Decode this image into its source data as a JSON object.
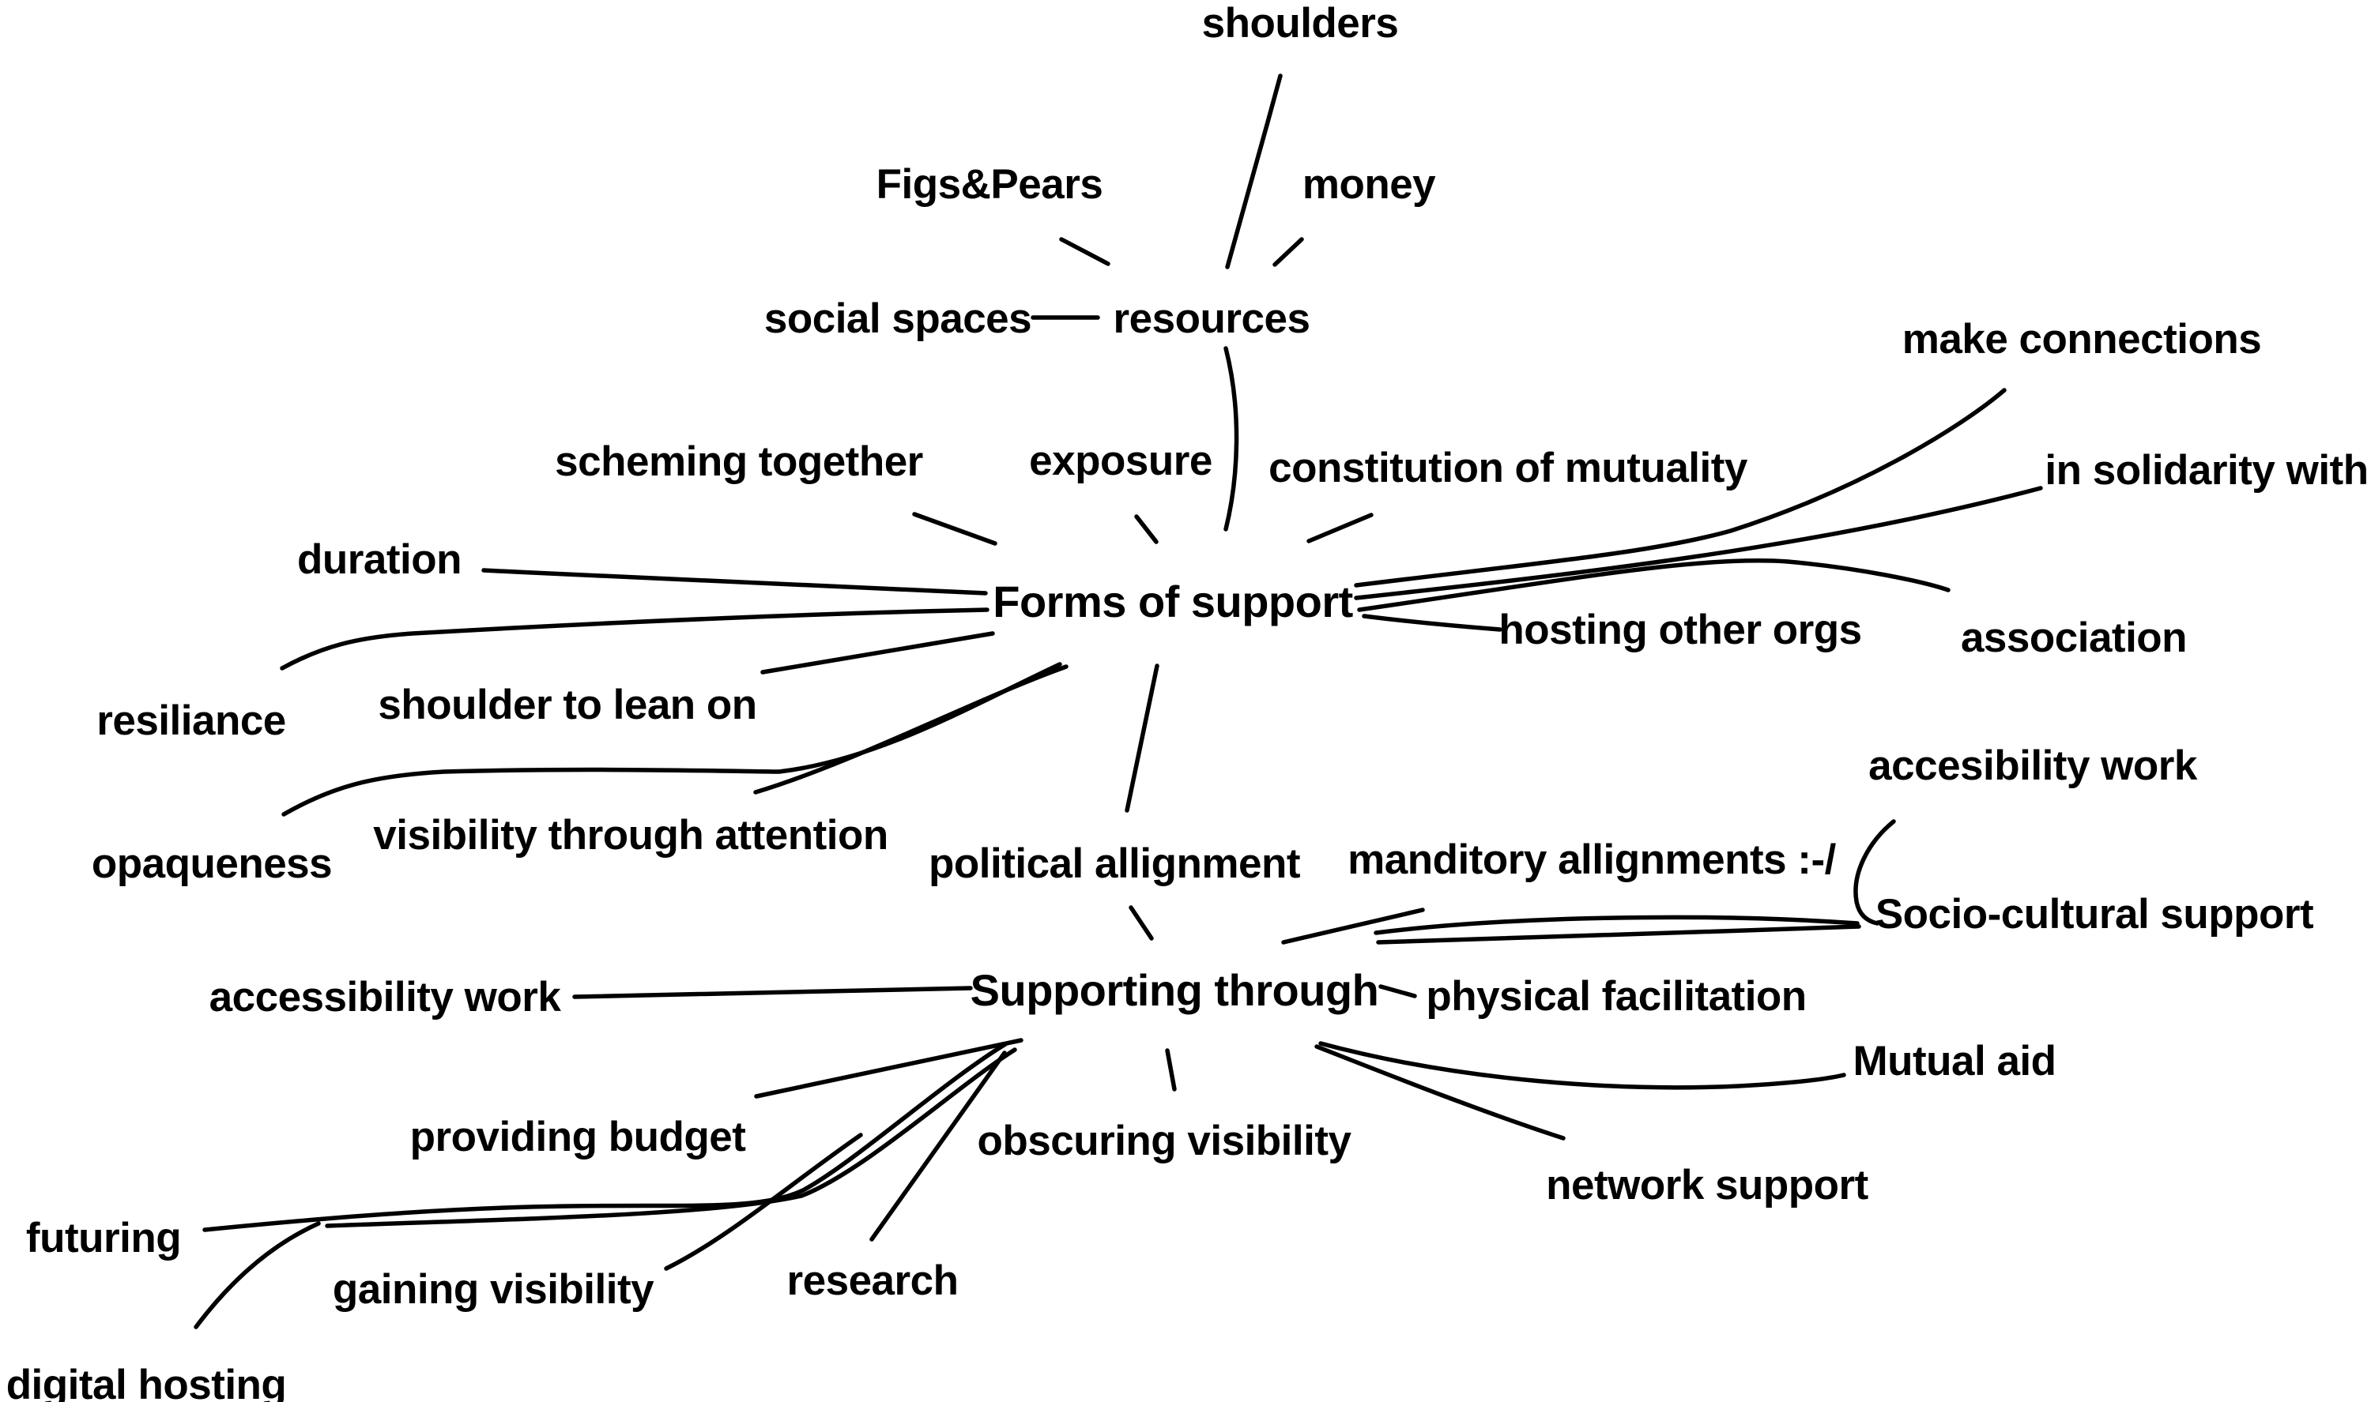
{
  "diagram": {
    "type": "mind-map",
    "background_color": "#ffffff",
    "ink_color": "#000000"
  },
  "nodes": {
    "shoulders": {
      "label": "shoulders"
    },
    "figs_pears": {
      "label": "Figs&Pears"
    },
    "money": {
      "label": "money"
    },
    "social_spaces": {
      "label": "social spaces"
    },
    "resources": {
      "label": "resources"
    },
    "scheming_together": {
      "label": "scheming together"
    },
    "exposure": {
      "label": "exposure"
    },
    "constitution_of_mutuality": {
      "label": "constitution of mutuality"
    },
    "make_connections": {
      "label": "make connections"
    },
    "in_solidarity_with": {
      "label": "in solidarity with"
    },
    "duration": {
      "label": "duration"
    },
    "forms_of_support": {
      "label": "Forms of support"
    },
    "hosting_other_orgs": {
      "label": "hosting other orgs"
    },
    "association": {
      "label": "association"
    },
    "resiliance": {
      "label": "resiliance"
    },
    "shoulder_to_lean_on": {
      "label": "shoulder to lean on"
    },
    "opaqueness": {
      "label": "opaqueness"
    },
    "visibility_through_attention": {
      "label": "visibility through attention"
    },
    "political_allignment": {
      "label": "political allignment"
    },
    "manditory_allignments": {
      "label": "manditory allignments :-/"
    },
    "accesibility_work_right": {
      "label": "accesibility work"
    },
    "socio_cultural_support": {
      "label": "Socio-cultural support"
    },
    "accessibility_work_left": {
      "label": "accessibility work"
    },
    "supporting_through": {
      "label": "Supporting through"
    },
    "physical_facilitation": {
      "label": "physical facilitation"
    },
    "mutual_aid": {
      "label": "Mutual aid"
    },
    "providing_budget": {
      "label": "providing budget"
    },
    "obscuring_visibility": {
      "label": "obscuring visibility"
    },
    "network_support": {
      "label": "network support"
    },
    "futuring": {
      "label": "futuring"
    },
    "gaining_visibility": {
      "label": "gaining visibility"
    },
    "research": {
      "label": "research"
    },
    "digital_hosting": {
      "label": "digital hosting"
    }
  },
  "edges": [
    {
      "from": "resources",
      "to": "shoulders"
    },
    {
      "from": "resources",
      "to": "figs_pears"
    },
    {
      "from": "resources",
      "to": "money"
    },
    {
      "from": "resources",
      "to": "social_spaces"
    },
    {
      "from": "resources",
      "to": "forms_of_support"
    },
    {
      "from": "forms_of_support",
      "to": "scheming_together"
    },
    {
      "from": "forms_of_support",
      "to": "exposure"
    },
    {
      "from": "forms_of_support",
      "to": "constitution_of_mutuality"
    },
    {
      "from": "forms_of_support",
      "to": "duration"
    },
    {
      "from": "forms_of_support",
      "to": "resiliance"
    },
    {
      "from": "forms_of_support",
      "to": "shoulder_to_lean_on"
    },
    {
      "from": "forms_of_support",
      "to": "opaqueness"
    },
    {
      "from": "forms_of_support",
      "to": "visibility_through_attention"
    },
    {
      "from": "forms_of_support",
      "to": "make_connections"
    },
    {
      "from": "forms_of_support",
      "to": "in_solidarity_with"
    },
    {
      "from": "forms_of_support",
      "to": "association"
    },
    {
      "from": "forms_of_support",
      "to": "hosting_other_orgs"
    },
    {
      "from": "forms_of_support",
      "to": "political_allignment"
    },
    {
      "from": "political_allignment",
      "to": "supporting_through"
    },
    {
      "from": "supporting_through",
      "to": "accessibility_work_left"
    },
    {
      "from": "supporting_through",
      "to": "physical_facilitation"
    },
    {
      "from": "supporting_through",
      "to": "manditory_allignments"
    },
    {
      "from": "supporting_through",
      "to": "socio_cultural_support"
    },
    {
      "from": "accesibility_work_right",
      "to": "socio_cultural_support"
    },
    {
      "from": "supporting_through",
      "to": "mutual_aid"
    },
    {
      "from": "supporting_through",
      "to": "network_support"
    },
    {
      "from": "supporting_through",
      "to": "obscuring_visibility"
    },
    {
      "from": "supporting_through",
      "to": "providing_budget"
    },
    {
      "from": "supporting_through",
      "to": "futuring"
    },
    {
      "from": "supporting_through",
      "to": "gaining_visibility"
    },
    {
      "from": "supporting_through",
      "to": "research"
    },
    {
      "from": "futuring",
      "to": "digital_hosting"
    }
  ]
}
